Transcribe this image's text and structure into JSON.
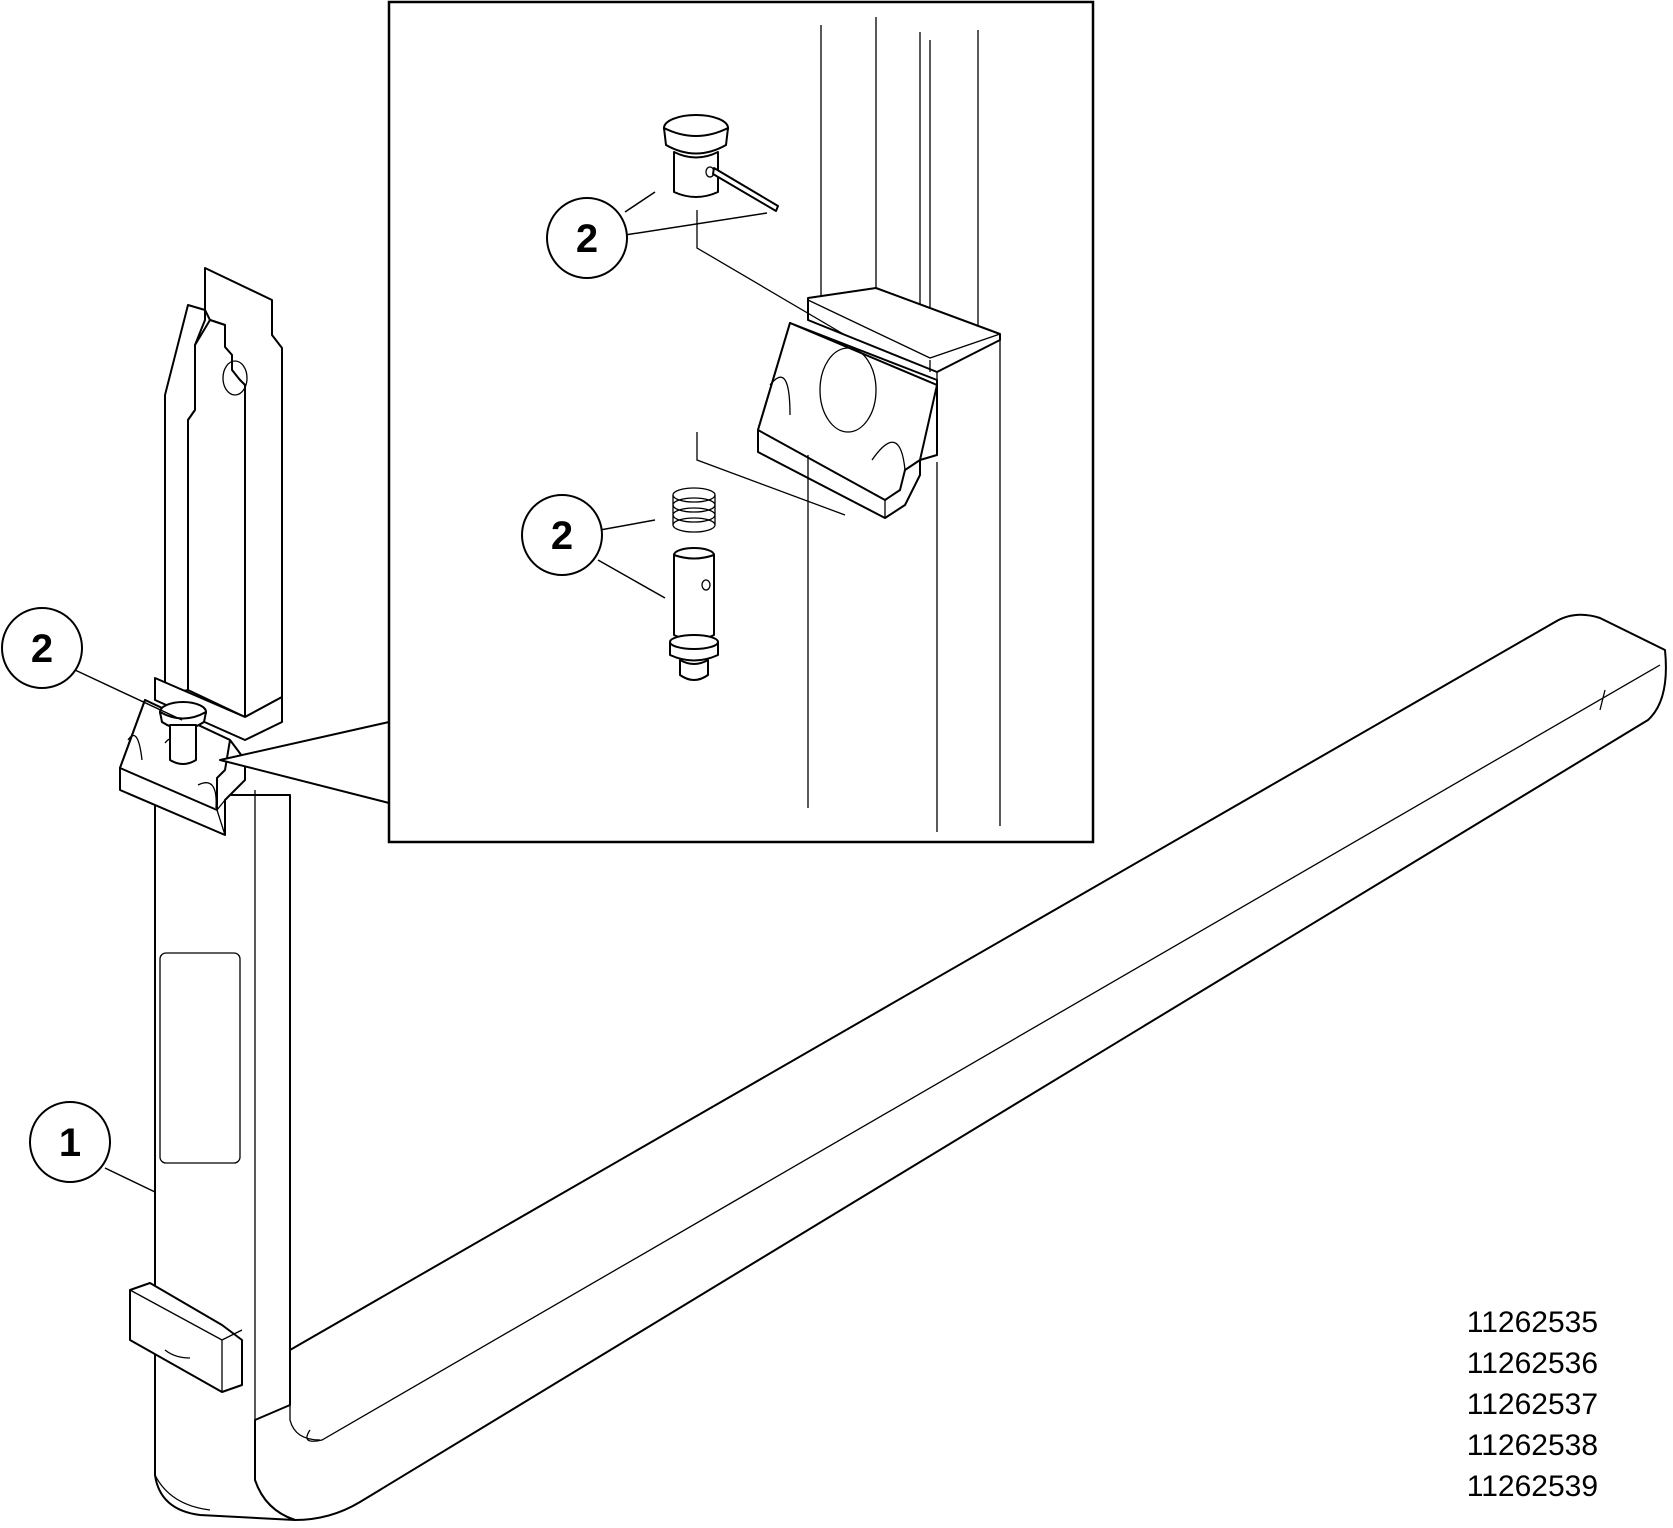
{
  "callouts": [
    {
      "id": "callout-fork",
      "label": "1"
    },
    {
      "id": "callout-pin-main",
      "label": "2"
    },
    {
      "id": "callout-pin-detail-top",
      "label": "2"
    },
    {
      "id": "callout-pin-detail-bottom",
      "label": "2"
    }
  ],
  "part_numbers": [
    "11262535",
    "11262536",
    "11262537",
    "11262538",
    "11262539"
  ],
  "colors": {
    "line": "#000000",
    "background": "#ffffff"
  }
}
